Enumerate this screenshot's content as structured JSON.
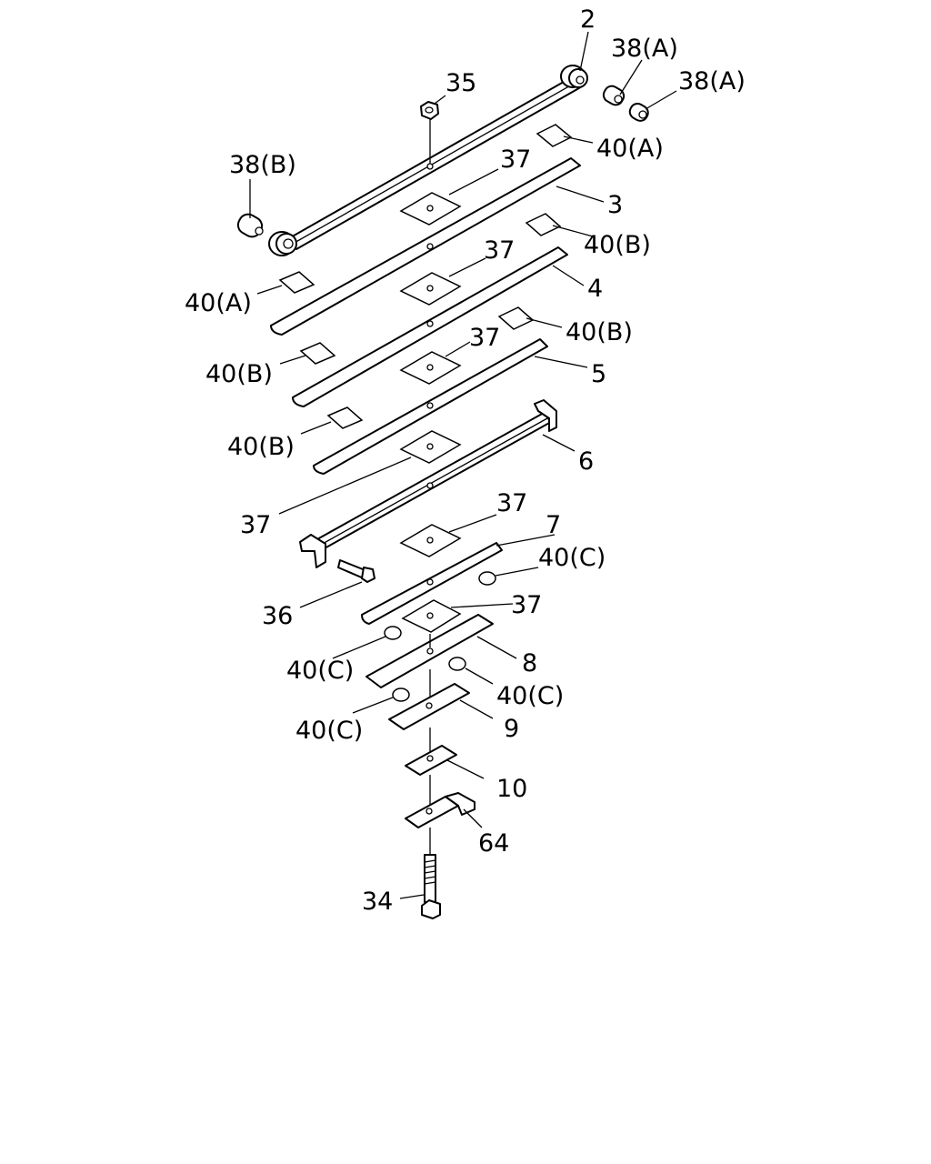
{
  "callouts": [
    {
      "id": "c1",
      "text": "2"
    },
    {
      "id": "c2",
      "text": "38(A)"
    },
    {
      "id": "c3",
      "text": "38(A)"
    },
    {
      "id": "c4",
      "text": "35"
    },
    {
      "id": "c5",
      "text": "40(A)"
    },
    {
      "id": "c6",
      "text": "38(B)"
    },
    {
      "id": "c7",
      "text": "37"
    },
    {
      "id": "c8",
      "text": "3"
    },
    {
      "id": "c9",
      "text": "40(B)"
    },
    {
      "id": "c10",
      "text": "37"
    },
    {
      "id": "c11",
      "text": "40(A)"
    },
    {
      "id": "c12",
      "text": "4"
    },
    {
      "id": "c13",
      "text": "37"
    },
    {
      "id": "c14",
      "text": "40(B)"
    },
    {
      "id": "c15",
      "text": "40(B)"
    },
    {
      "id": "c16",
      "text": "5"
    },
    {
      "id": "c17",
      "text": "40(B)"
    },
    {
      "id": "c18",
      "text": "6"
    },
    {
      "id": "c19",
      "text": "37"
    },
    {
      "id": "c20",
      "text": "37"
    },
    {
      "id": "c21",
      "text": "7"
    },
    {
      "id": "c22",
      "text": "40(C)"
    },
    {
      "id": "c23",
      "text": "36"
    },
    {
      "id": "c24",
      "text": "37"
    },
    {
      "id": "c25",
      "text": "8"
    },
    {
      "id": "c26",
      "text": "40(C)"
    },
    {
      "id": "c27",
      "text": "40(C)"
    },
    {
      "id": "c28",
      "text": "40(C)"
    },
    {
      "id": "c29",
      "text": "9"
    },
    {
      "id": "c30",
      "text": "10"
    },
    {
      "id": "c31",
      "text": "64"
    },
    {
      "id": "c32",
      "text": "34"
    }
  ]
}
